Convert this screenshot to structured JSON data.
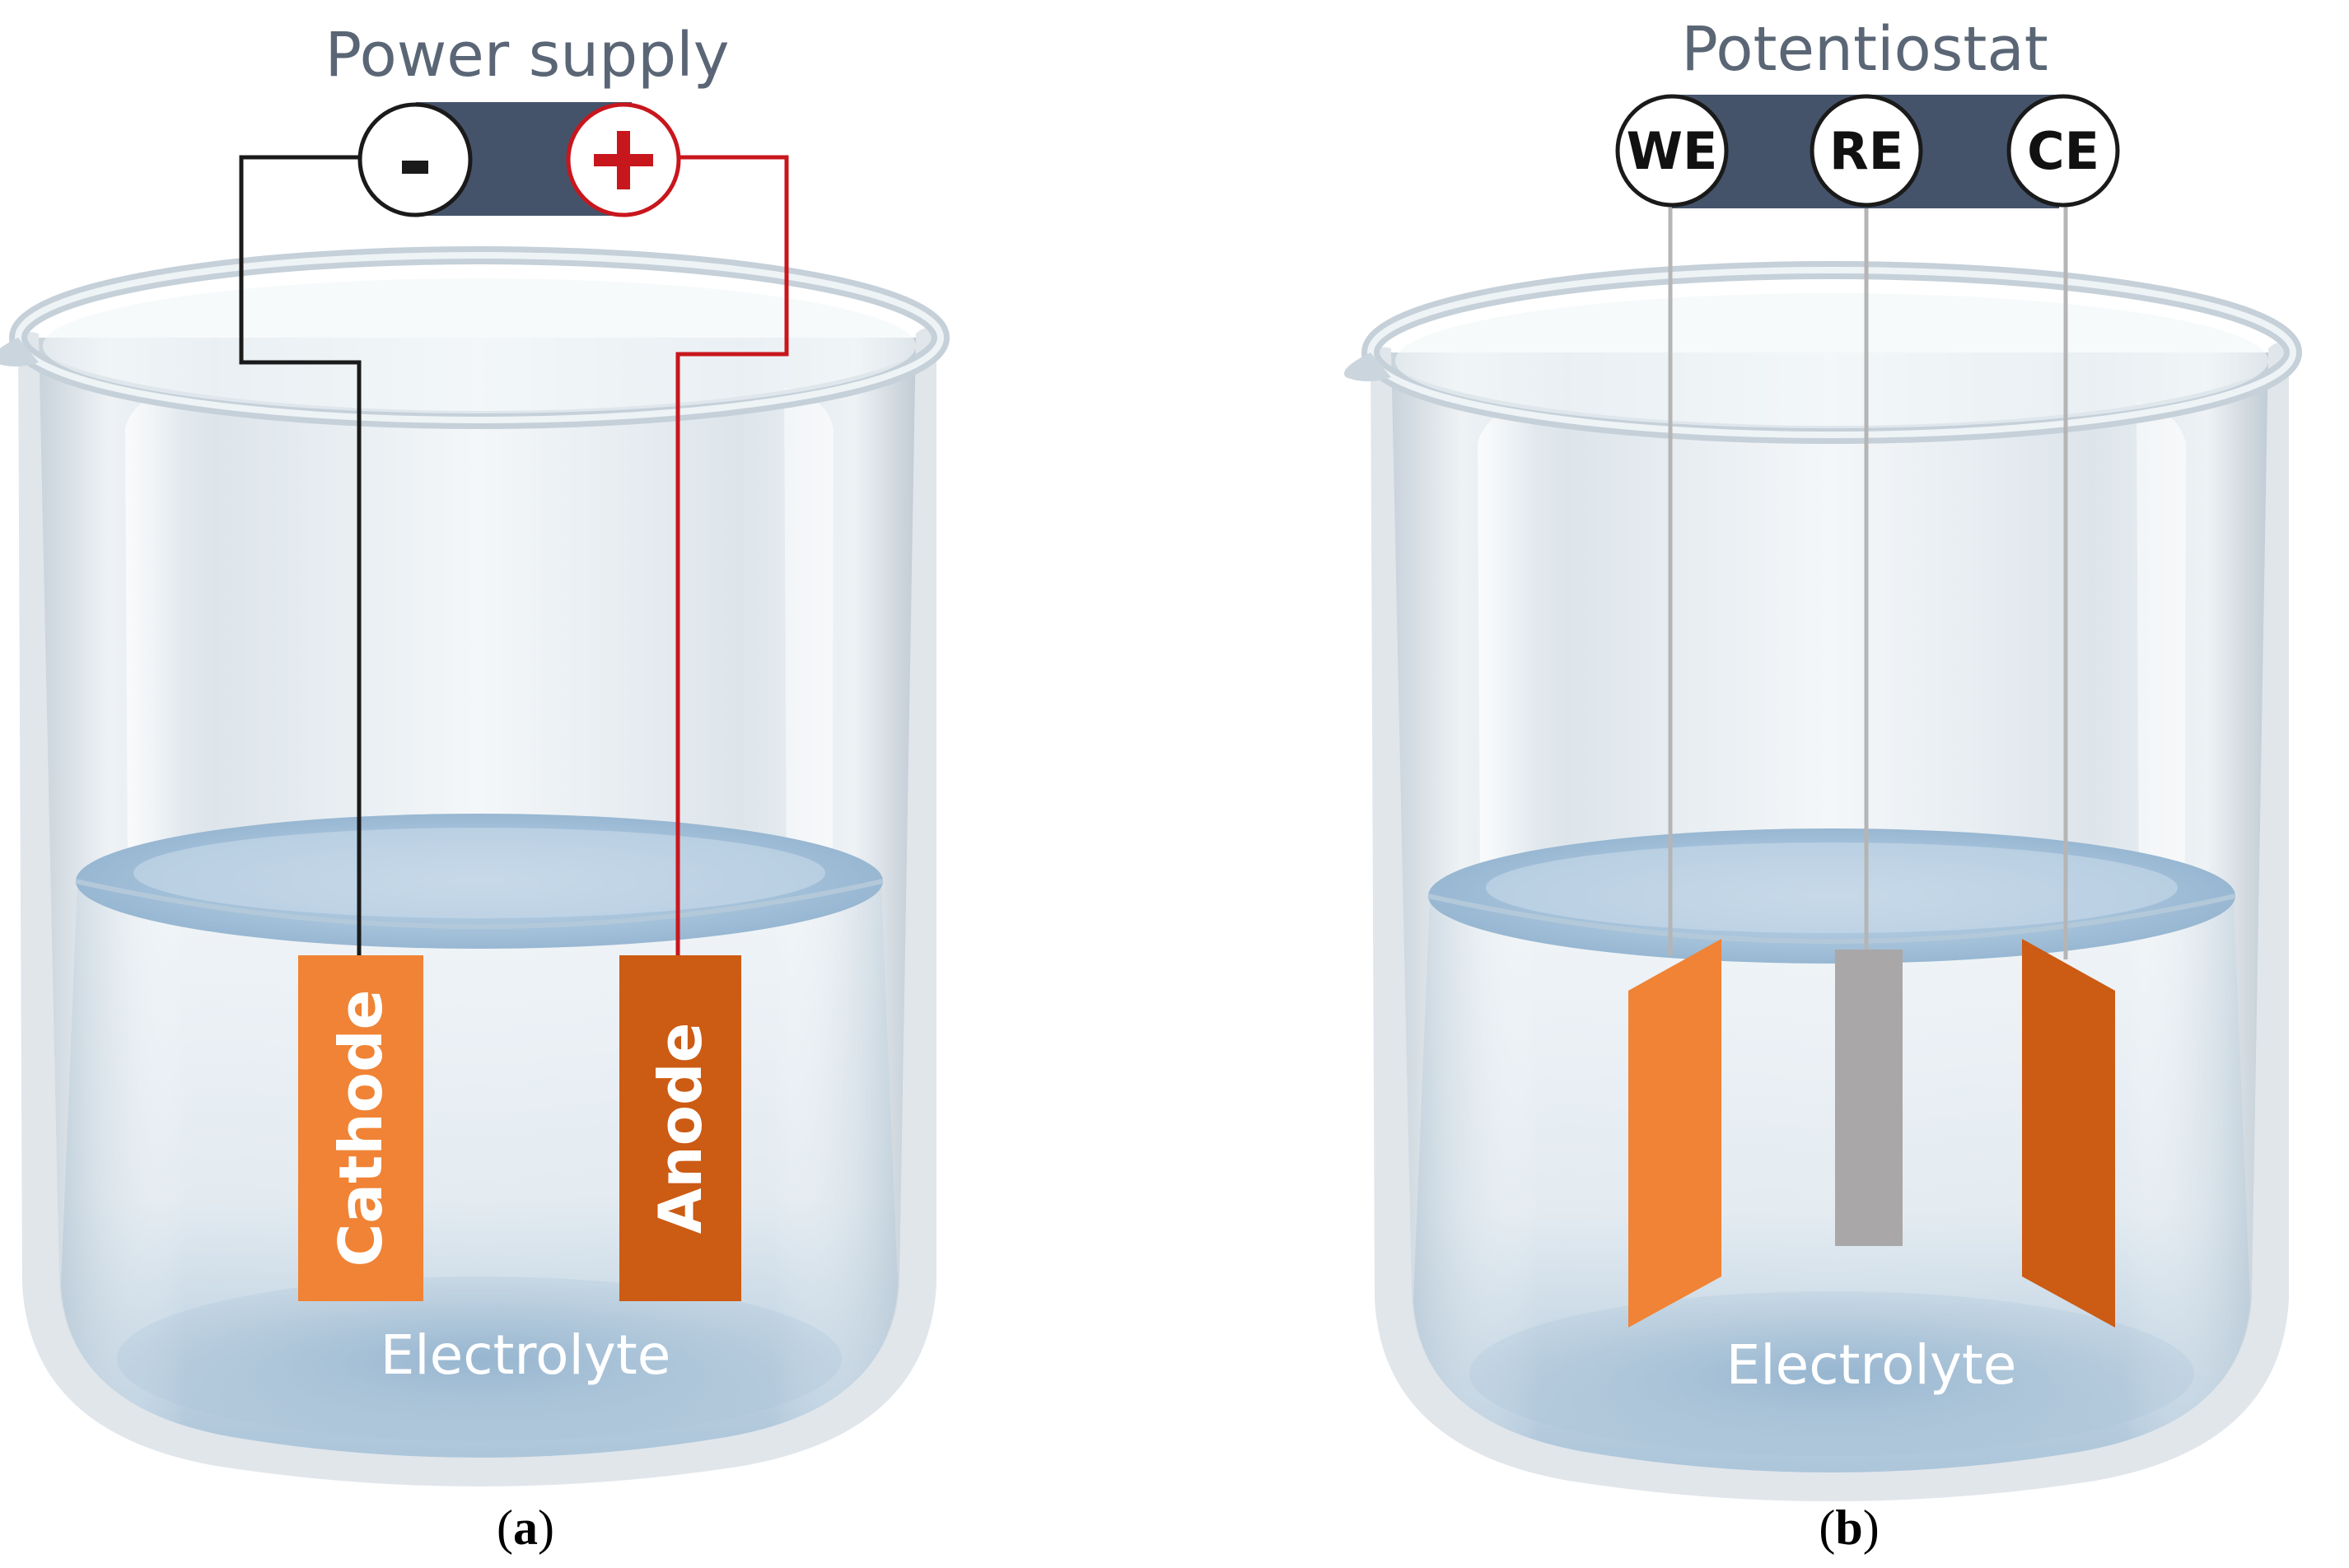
{
  "panel_a": {
    "device_title": "Power supply",
    "minus_sign": "-",
    "plus_sign": "+",
    "cathode_label": "Cathode",
    "anode_label": "Anode",
    "electrolyte_label": "Electrolyte",
    "caption_open": "(",
    "caption_letter": "a",
    "caption_close": ")"
  },
  "panel_b": {
    "device_title": "Potentiostat",
    "we_label": "WE",
    "re_label": "RE",
    "ce_label": "CE",
    "electrolyte_label": "Electrolyte",
    "caption_open": "(",
    "caption_letter": "b",
    "caption_close": ")"
  },
  "colors": {
    "device_bar": "#45536a",
    "wire_negative": "#1a1a1a",
    "wire_positive": "#c8161d",
    "cathode": "#f08335",
    "anode": "#cc5b14",
    "working_electrode": "#f08335",
    "reference_electrode": "#a9a7a8",
    "counter_electrode": "#cc5b14",
    "electrolyte": "#9fbfd8",
    "glass": "#d6dfe6",
    "device_text": "#5a6675"
  }
}
